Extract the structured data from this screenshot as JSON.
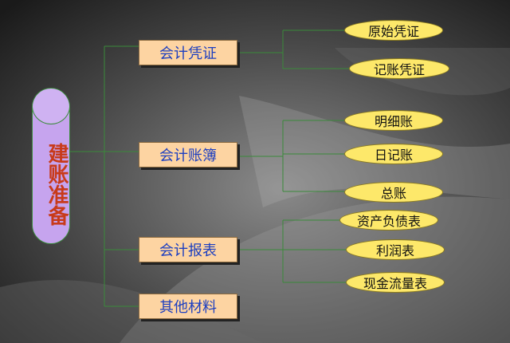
{
  "root": {
    "label": "建账准备"
  },
  "categories": [
    {
      "label": "会计凭证",
      "children": [
        "原始凭证",
        "记账凭证"
      ]
    },
    {
      "label": "会计账簿",
      "children": [
        "明细账",
        "日记账",
        "总账"
      ]
    },
    {
      "label": "会计报表",
      "children": [
        "资产负债表",
        "利润表",
        "现金流量表"
      ]
    },
    {
      "label": "其他材料",
      "children": []
    }
  ],
  "colors": {
    "line": "#3a8a3a",
    "category_fill": "#fdd4a2",
    "category_text": "#1d3fc0",
    "leaf_fill": "#fde86a",
    "root_fill": "#c6a4ee",
    "root_text": "#c83a1a"
  }
}
